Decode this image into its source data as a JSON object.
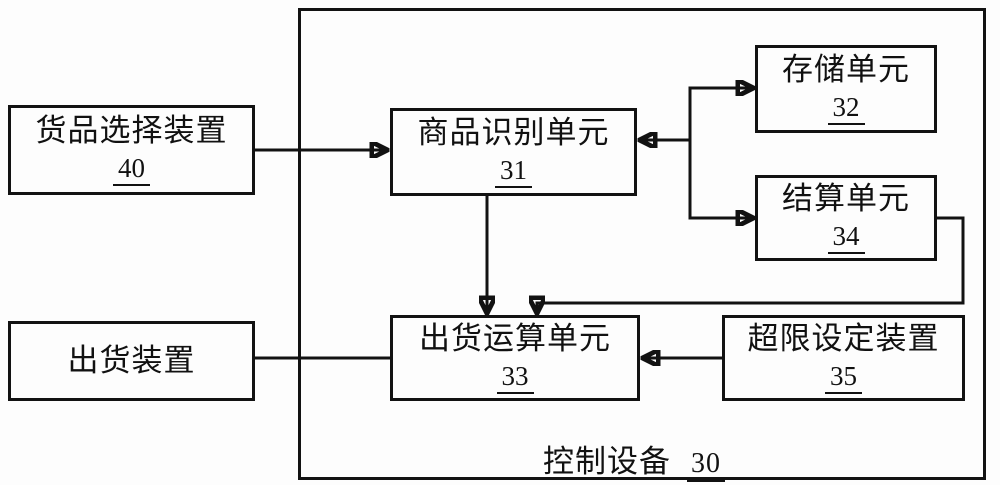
{
  "figure": {
    "outer_box": {
      "label": "控制设备",
      "number": "30"
    },
    "boxes": {
      "goods_selection": {
        "label": "货品选择装置",
        "number": "40"
      },
      "product_recognition": {
        "label": "商品识别单元",
        "number": "31"
      },
      "storage": {
        "label": "存储单元",
        "number": "32"
      },
      "settlement": {
        "label": "结算单元",
        "number": "34"
      },
      "dispatch_computation": {
        "label": "出货运算单元",
        "number": "33"
      },
      "dispatch_device": {
        "label": "出货装置"
      },
      "limit_setting": {
        "label": "超限设定装置",
        "number": "35"
      }
    }
  }
}
